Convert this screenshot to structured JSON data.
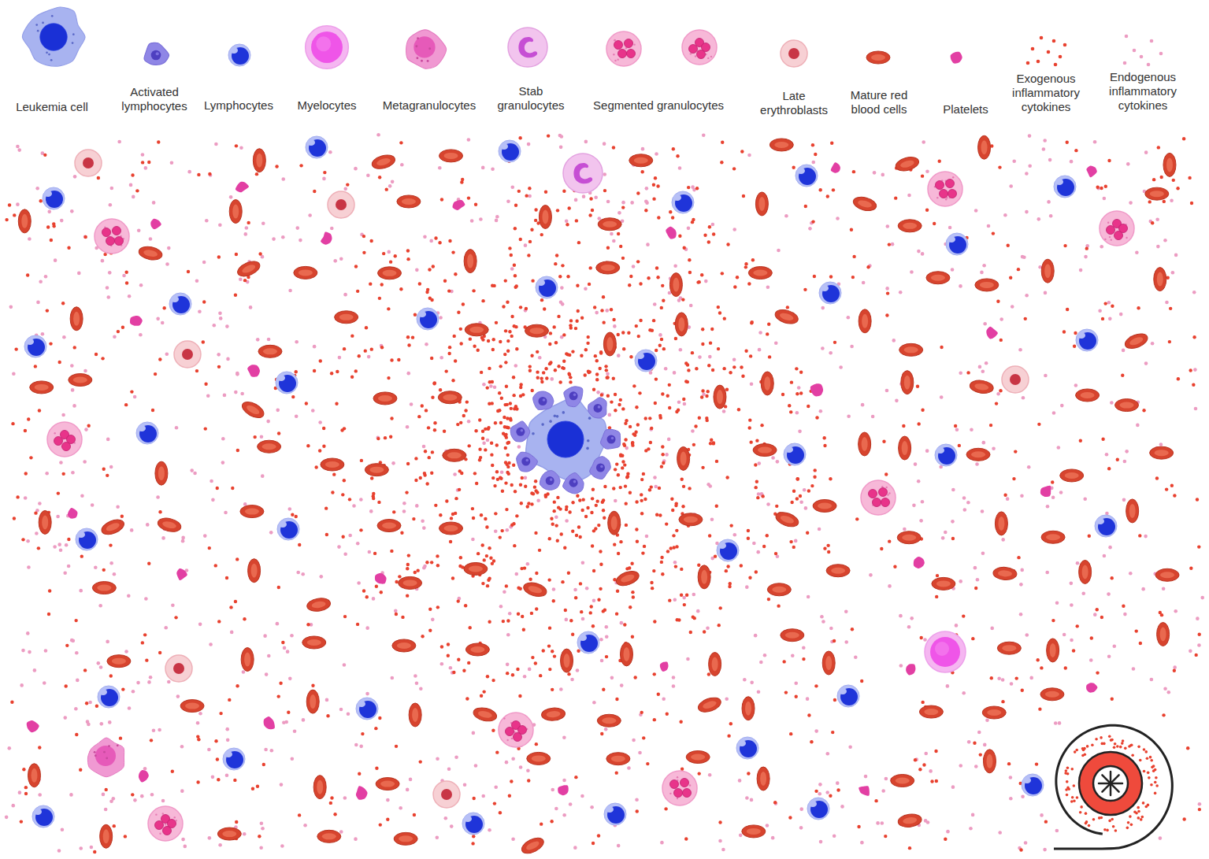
{
  "diagram": {
    "legend": [
      {
        "text": "Leukemia cell"
      },
      {
        "text": "Activated lymphocytes"
      },
      {
        "text": "Lymphocytes"
      },
      {
        "text": "Myelocytes"
      },
      {
        "text": "Metagranulocytes"
      },
      {
        "text": "Stab granulocytes"
      },
      {
        "text": "Segmented granulocytes"
      },
      {
        "text": "Late erythroblasts"
      },
      {
        "text": "Mature red blood cells"
      },
      {
        "text": "Platelets"
      },
      {
        "text": "Exogenous inflammatory cytokines"
      },
      {
        "text": "Endogenous inflammatory cytokines"
      }
    ]
  }
}
